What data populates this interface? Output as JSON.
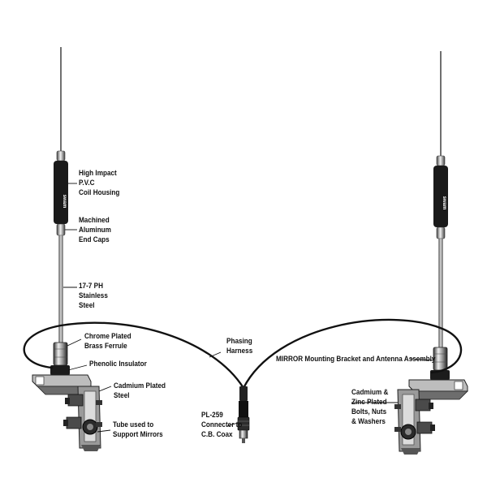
{
  "labels": {
    "coil_housing": [
      "High Impact",
      "P.V.C",
      "Coil Housing"
    ],
    "end_caps": [
      "Machined",
      "Aluminum",
      "End Caps"
    ],
    "steel": [
      "17-7 PH",
      "Stainless",
      "Steel"
    ],
    "ferrule": [
      "Chrome Plated",
      "Brass Ferrule"
    ],
    "insulator": [
      "Phenolic Insulator"
    ],
    "cadmium_left": [
      "Cadmium Plated",
      "Steel"
    ],
    "tube": [
      "Tube used to",
      "Support Mirrors"
    ],
    "harness": [
      "Phasing",
      "Harness"
    ],
    "connector": [
      "PL-259",
      "Connecter to",
      "C.B. Coax"
    ],
    "mirror_assembly": [
      "MIRROR Mounting Bracket and Antenna Assembly"
    ],
    "cadmium_right": [
      "Cadmium &",
      "Zinc Plated",
      "Bolts, Nuts",
      "& Washers"
    ]
  },
  "logo_text": "swam",
  "colors": {
    "ink": "#111111",
    "metal": "#8a8a8a",
    "coil": "#1a1a1a",
    "paper": "#ffffff"
  }
}
